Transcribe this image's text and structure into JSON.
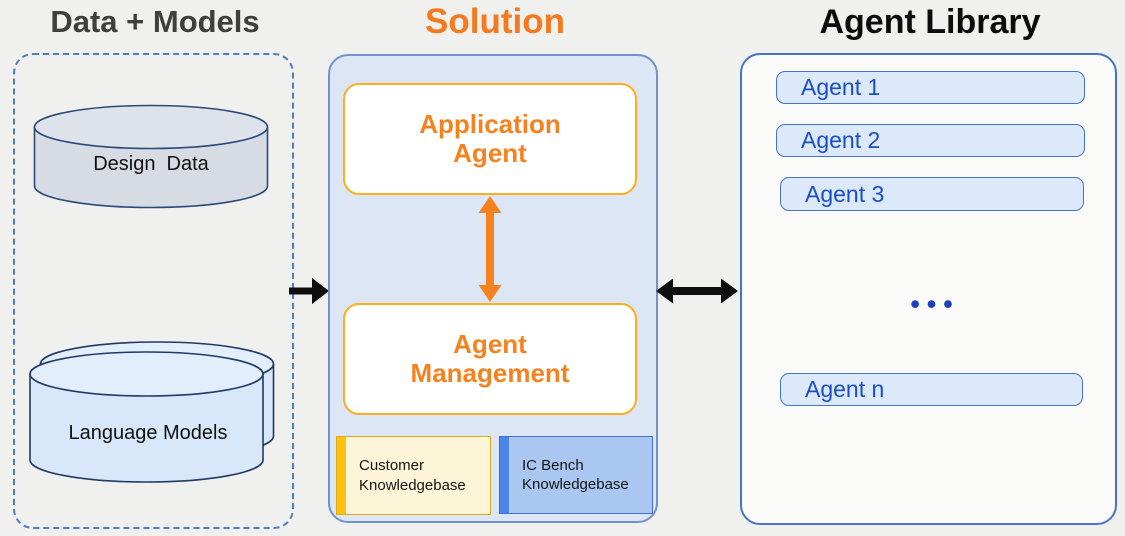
{
  "titles": {
    "data_models": "Data + Models",
    "solution": "Solution",
    "agent_library": "Agent Library"
  },
  "data_models": {
    "design_data_label": "Design  Data",
    "language_models_label": "Language Models"
  },
  "solution": {
    "application_agent_label": "Application Agent",
    "agent_management_label": "Agent Management",
    "knowledgebases": [
      {
        "label": "Customer Knowledgebase",
        "accent_color": "#FFC011",
        "fill_color": "#FCF5D8",
        "border_color": "#DFA913"
      },
      {
        "label": "IC Bench Knowledgebase",
        "accent_color": "#4A86E8",
        "fill_color": "#A9C7F1",
        "border_color": "#3F6FD1"
      }
    ]
  },
  "agent_library": {
    "agents": [
      {
        "label": "Agent 1"
      },
      {
        "label": "Agent 2"
      },
      {
        "label": "Agent 3"
      }
    ],
    "ellipsis": "•••",
    "agent_n_label": "Agent n"
  },
  "colors": {
    "background": "#F0F0EE",
    "accent_orange": "#F5821E",
    "title_gray": "#3F3F3F",
    "title_black": "#0C0C0C",
    "agent_text_blue": "#1A4EC5",
    "panel_fill_blue": "#DCE6F5",
    "panel_border_blue": "#7292CC",
    "library_border_blue": "#4673C8",
    "chip_fill_blue": "#DCE9FB",
    "knowledgebase_gold": "#FFC011",
    "knowledgebase_blue": "#4A86E8",
    "arrow_black": "#0E0E0E"
  }
}
